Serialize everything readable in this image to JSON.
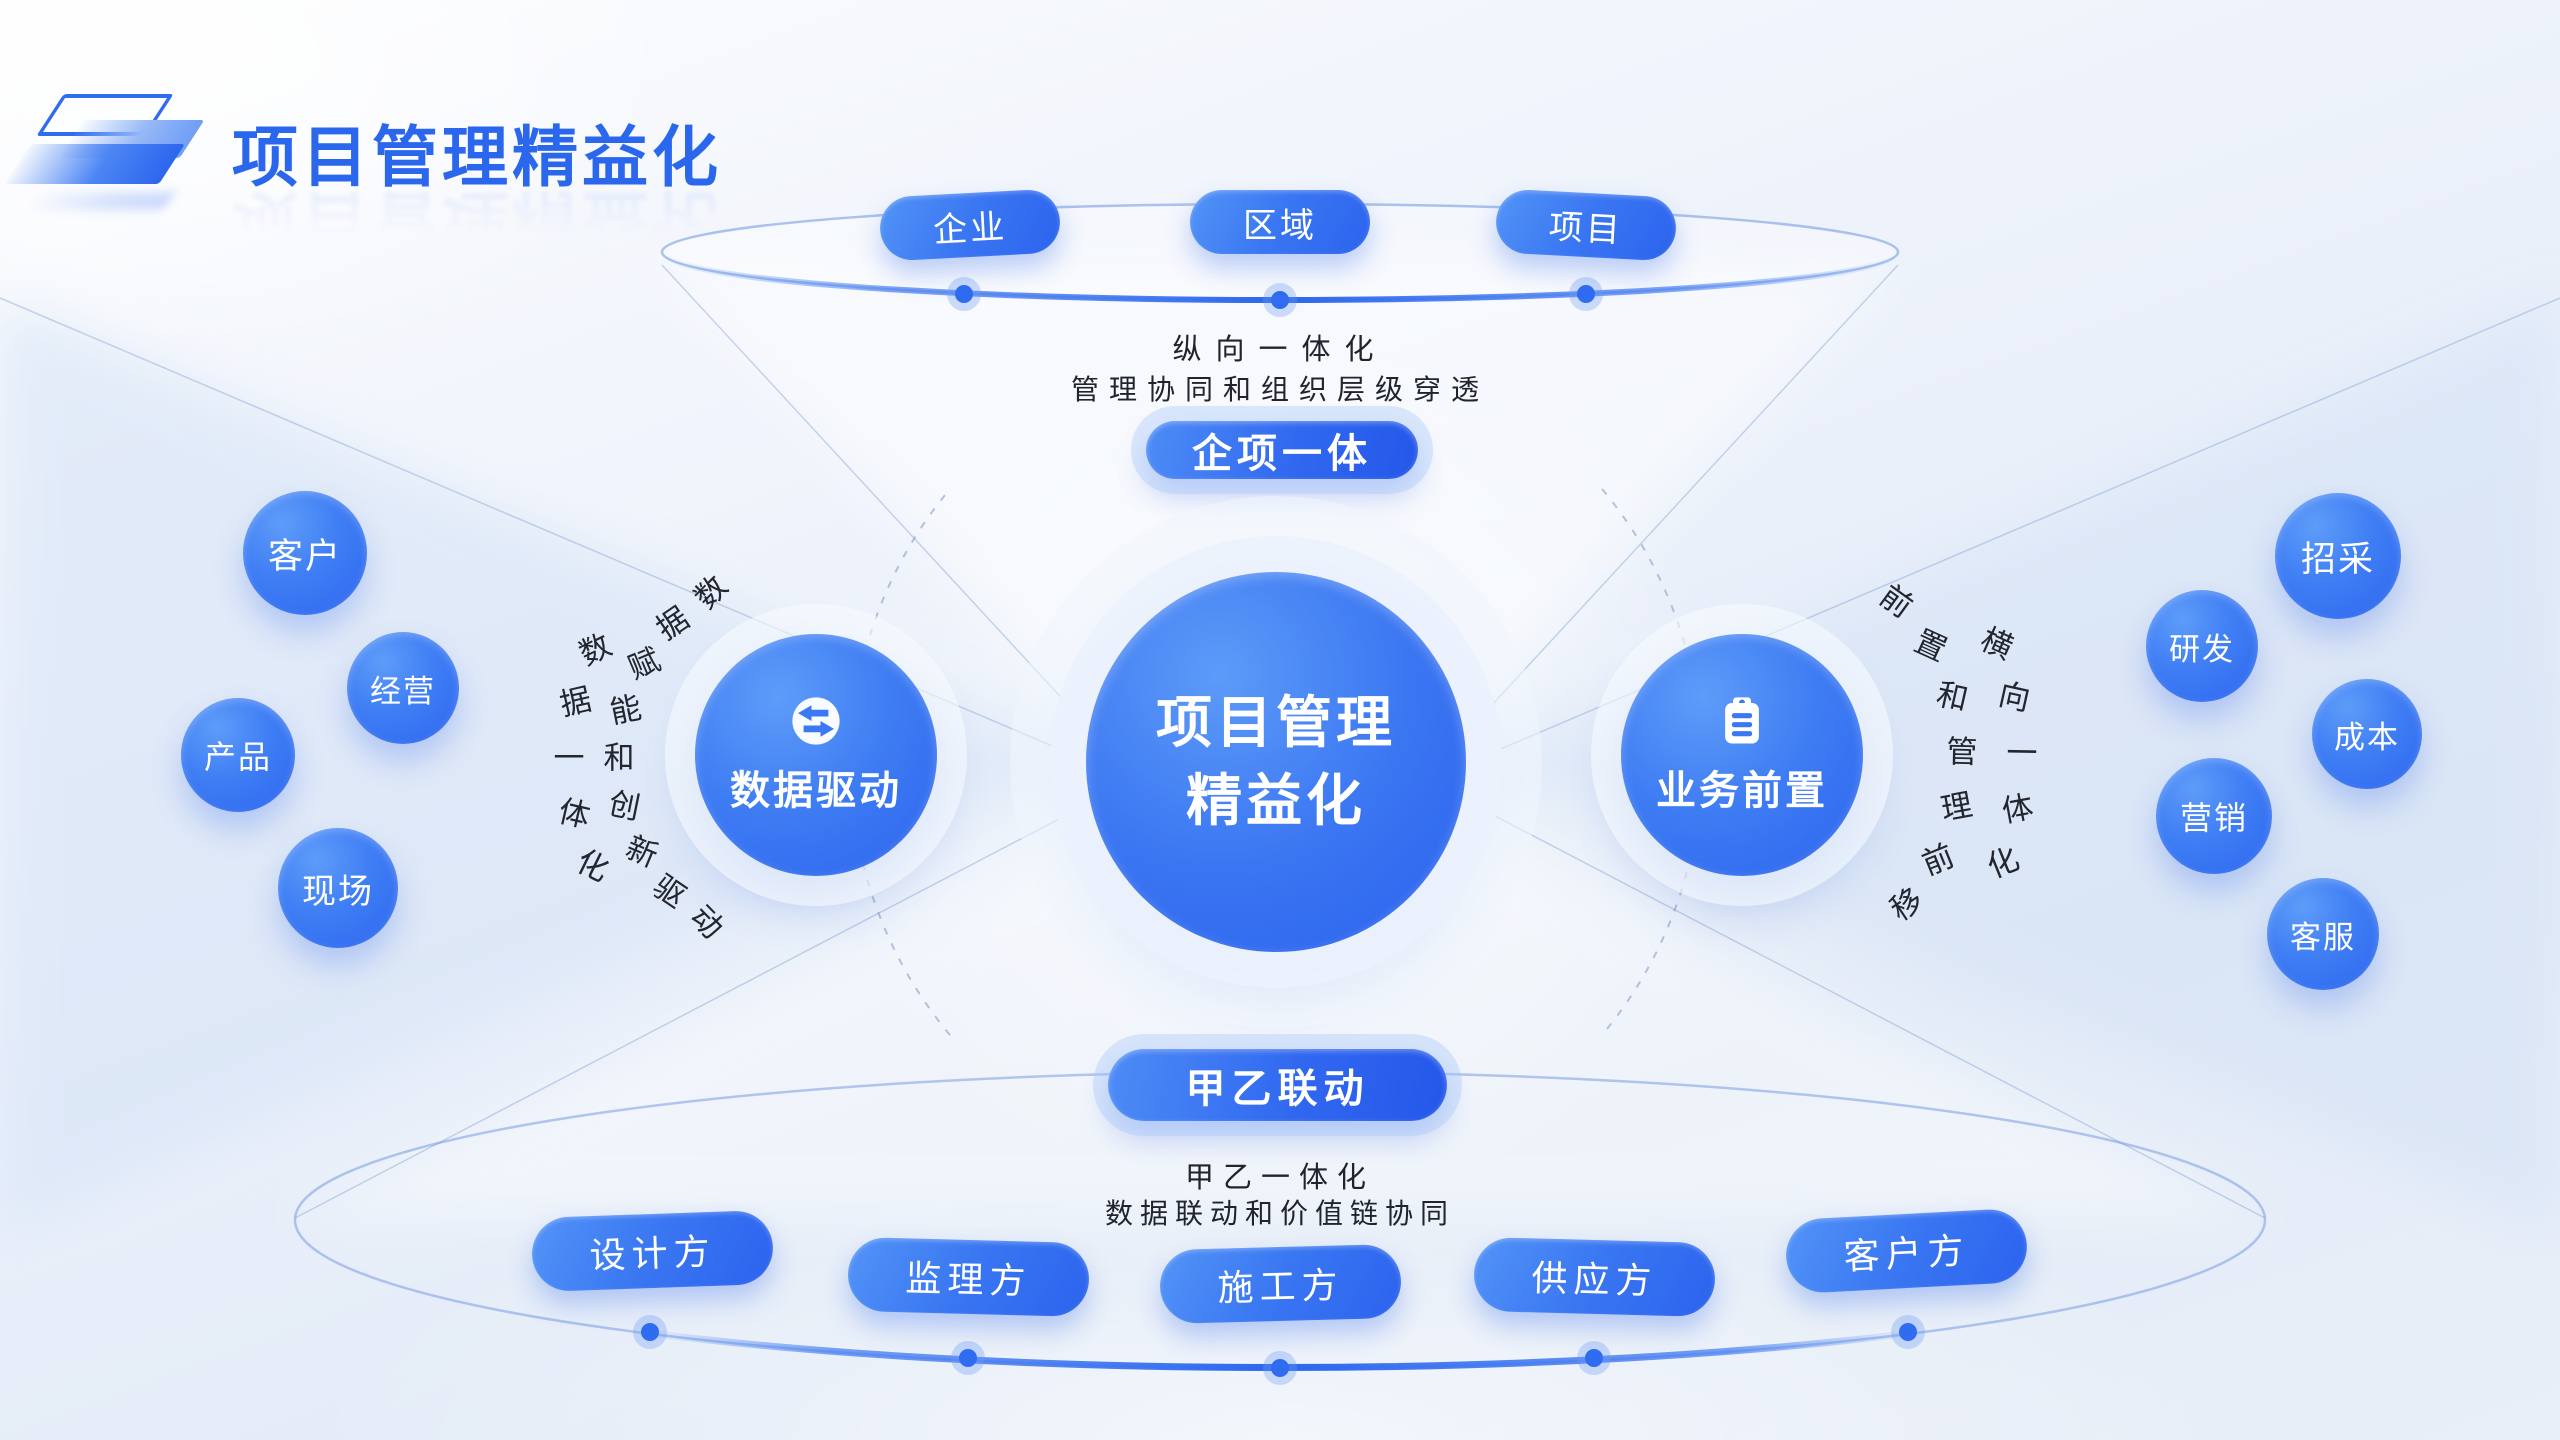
{
  "title": "项目管理精益化",
  "top": {
    "pills": [
      "企业",
      "区域",
      "项目"
    ],
    "caption1": "纵向一体化",
    "caption2": "管理协同和组织层级穿透",
    "tag": "企项一体"
  },
  "center": {
    "line1": "项目管理",
    "line2": "精益化"
  },
  "left": {
    "hub": "数据驱动",
    "icon": "sync-arrows-icon",
    "arc_inner": "数据赋能和创新驱动",
    "arc_outer": "数据一体化",
    "bubbles": [
      "客户",
      "经营",
      "产品",
      "现场"
    ]
  },
  "right": {
    "hub": "业务前置",
    "icon": "clipboard-icon",
    "arc_inner": "前置和管理前移",
    "arc_outer": "横向一体化",
    "bubbles": [
      "招采",
      "研发",
      "成本",
      "营销",
      "客服"
    ]
  },
  "bottom": {
    "tag": "甲乙联动",
    "caption1": "甲乙一体化",
    "caption2": "数据联动和价值链协同",
    "pills": [
      "设计方",
      "监理方",
      "施工方",
      "供应方",
      "客户方"
    ]
  },
  "colors": {
    "accent": "#2b66ee",
    "accent_light": "#5394f7",
    "text_dark": "#20242c",
    "halo": "#dfe9f9",
    "white": "#ffffff"
  }
}
